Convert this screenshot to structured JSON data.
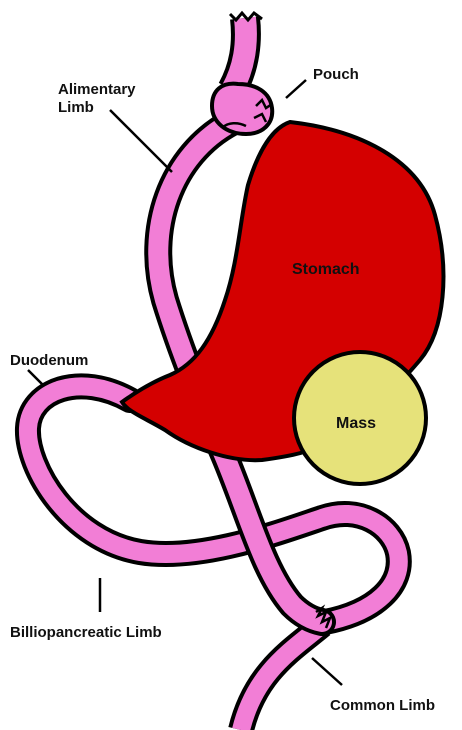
{
  "labels": {
    "alimentary_limb_line1": "Alimentary",
    "alimentary_limb_line2": "Limb",
    "pouch": "Pouch",
    "stomach": "Stomach",
    "duodenum": "Duodenum",
    "mass": "Mass",
    "biliopancreatic_limb": "Billiopancreatic Limb",
    "common_limb": "Common Limb"
  },
  "colors": {
    "intestine": "#f27ed6",
    "stomach": "#d40000",
    "mass": "#e6e27a",
    "outline": "#000000"
  }
}
